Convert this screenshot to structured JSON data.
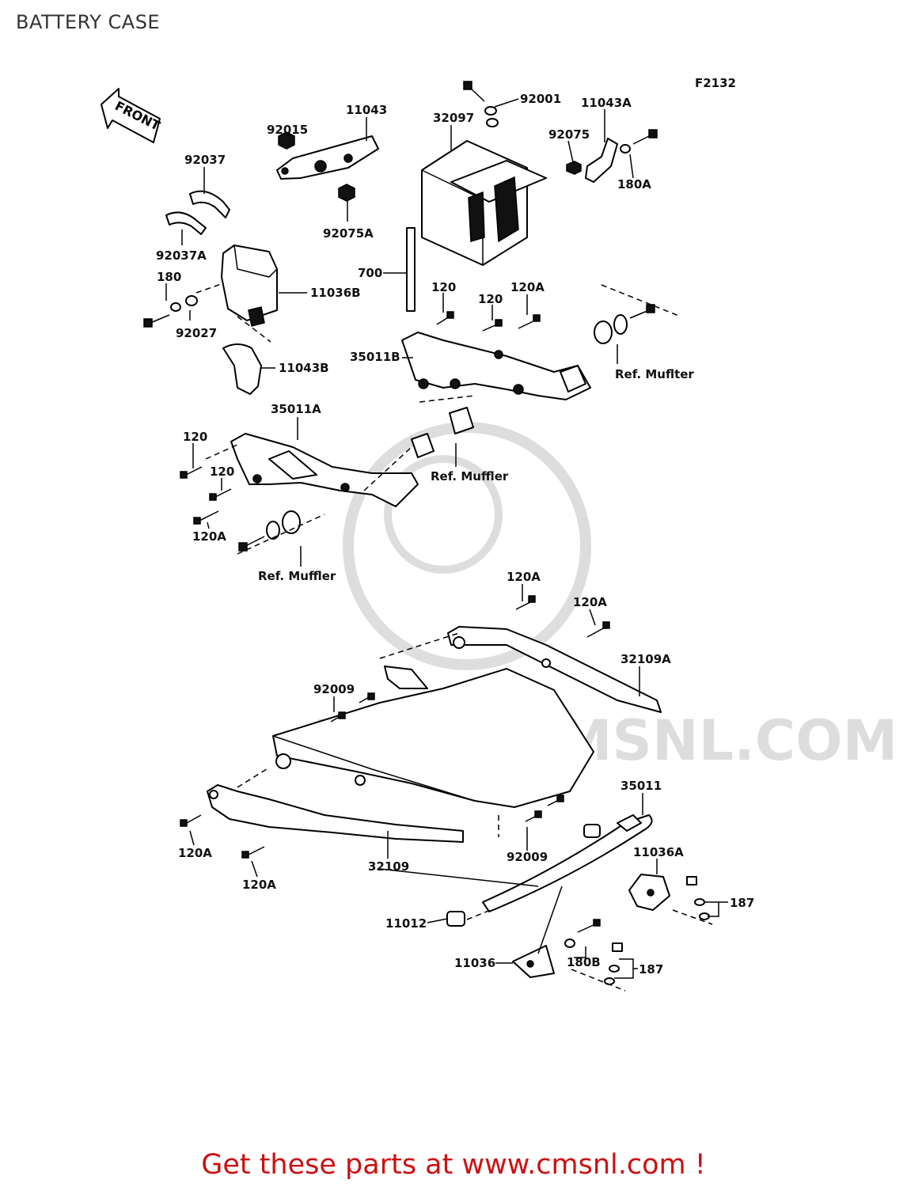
{
  "title": "BATTERY CASE",
  "figure_code": "F2132",
  "front_label": "FRONT",
  "watermark": "WWW.CMSNL.COM",
  "footer": "Get these parts at www.cmsnl.com !",
  "labels": {
    "l92001": "92001",
    "l11043": "11043",
    "l32097": "32097",
    "l11043A": "11043A",
    "l92015": "92015",
    "l92075": "92075",
    "l92037": "92037",
    "l180A": "180A",
    "l92075A": "92075A",
    "l92037A": "92037A",
    "l180": "180",
    "l700": "700",
    "l11036B": "11036B",
    "l120_a": "120",
    "l120A_a": "120A",
    "l120_b": "120",
    "l92027": "92027",
    "l35011B": "35011B",
    "lRefMufflter": "Ref. Muflter",
    "l11043B": "11043B",
    "l35011A": "35011A",
    "l120_c": "120",
    "lRefMuffler1": "Ref. Muffler",
    "l120_d": "120",
    "l120A_b": "120A",
    "lRefMuffler2": "Ref. Muffler",
    "l120A_c": "120A",
    "l120A_d": "120A",
    "l32109A": "32109A",
    "l92009_a": "92009",
    "l35011": "35011",
    "l120A_e": "120A",
    "l92009_b": "92009",
    "l32109": "32109",
    "l120A_f": "120A",
    "l11036A": "11036A",
    "l187_a": "187",
    "l11012": "11012",
    "l11036": "11036",
    "l180B": "180B",
    "l187_b": "187"
  }
}
